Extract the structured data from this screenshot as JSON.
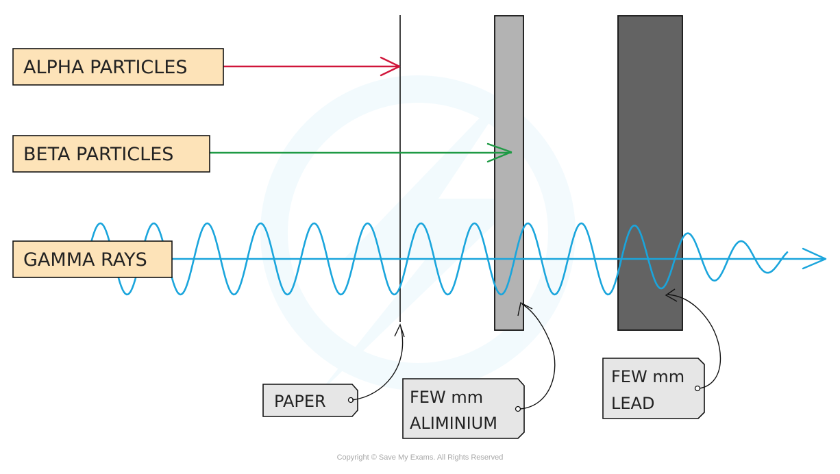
{
  "labels": {
    "alpha": "ALPHA PARTICLES",
    "beta": "BETA PARTICLES",
    "gamma": "GAMMA RAYS"
  },
  "tags": {
    "paper": "PAPER",
    "aluminium_line1": "FEW mm",
    "aluminium_line2": "ALIMINIUM",
    "lead_line1": "FEW mm",
    "lead_line2": "LEAD"
  },
  "copyright": "Copyright © Save My Exams. All Rights Reserved",
  "colors": {
    "label_fill": "#fde3b8",
    "alpha_arrow": "#d0153a",
    "beta_arrow": "#1f9a45",
    "gamma_wave": "#1aa5dc",
    "aluminium": "#b3b3b3",
    "lead": "#636363",
    "tag_fill": "#e6e6e6"
  }
}
